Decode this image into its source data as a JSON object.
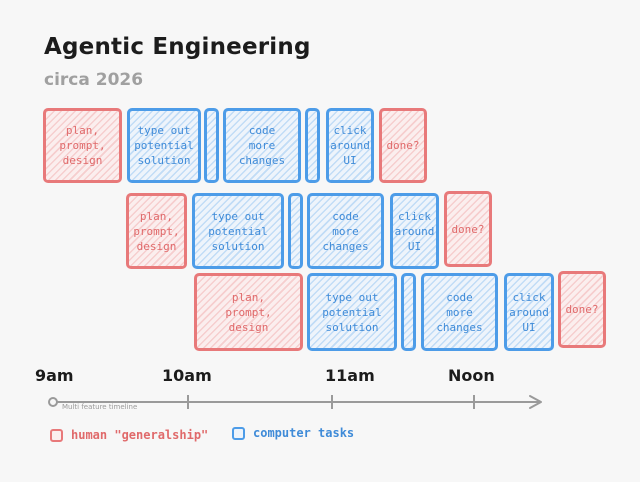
{
  "title": "Agentic Engineering",
  "subtitle": "circa 2026",
  "colors": {
    "human": "#e8797a",
    "computer": "#4d9ce8",
    "axis": "#9a9a9a"
  },
  "rows": [
    [
      {
        "type": "human",
        "label": "plan,\nprompt,\ndesign"
      },
      {
        "type": "computer",
        "label": "type out\npotential\nsolution"
      },
      {
        "type": "computer",
        "label": ""
      },
      {
        "type": "computer",
        "label": "code\nmore\nchanges"
      },
      {
        "type": "computer",
        "label": ""
      },
      {
        "type": "computer",
        "label": "click\naround\nUI"
      },
      {
        "type": "human",
        "label": "done?"
      }
    ],
    [
      {
        "type": "human",
        "label": "plan,\nprompt,\ndesign"
      },
      {
        "type": "computer",
        "label": "type out\npotential\nsolution"
      },
      {
        "type": "computer",
        "label": ""
      },
      {
        "type": "computer",
        "label": "code\nmore\nchanges"
      },
      {
        "type": "computer",
        "label": "click\naround\nUI"
      },
      {
        "type": "human",
        "label": "done?"
      }
    ],
    [
      {
        "type": "human",
        "label": "plan,\nprompt,\ndesign"
      },
      {
        "type": "computer",
        "label": "type out\npotential\nsolution"
      },
      {
        "type": "computer",
        "label": ""
      },
      {
        "type": "computer",
        "label": "code\nmore\nchanges"
      },
      {
        "type": "computer",
        "label": "click\naround\nUI"
      },
      {
        "type": "human",
        "label": "done?"
      }
    ]
  ],
  "timeline": {
    "ticks": [
      "9am",
      "10am",
      "11am",
      "Noon"
    ],
    "caption": "Multi feature timeline"
  },
  "legend": {
    "human": "human \"generalship\"",
    "computer": "computer tasks"
  }
}
